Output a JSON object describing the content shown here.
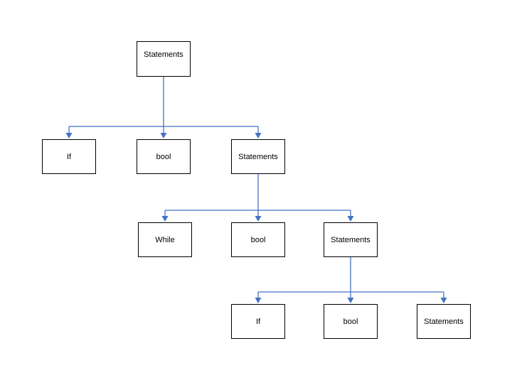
{
  "diagram": {
    "kind": "tree",
    "nodes": [
      {
        "id": "root",
        "label": "Statements"
      },
      {
        "id": "l2-if",
        "label": "If"
      },
      {
        "id": "l2-bool",
        "label": "bool"
      },
      {
        "id": "l2-statements",
        "label": "Statements"
      },
      {
        "id": "l3-while",
        "label": "While"
      },
      {
        "id": "l3-bool",
        "label": "bool"
      },
      {
        "id": "l3-statements",
        "label": "Statements"
      },
      {
        "id": "l4-if",
        "label": "If"
      },
      {
        "id": "l4-bool",
        "label": "bool"
      },
      {
        "id": "l4-statements",
        "label": "Statements"
      }
    ],
    "edges": [
      {
        "from": "root",
        "to": [
          "l2-if",
          "l2-bool",
          "l2-statements"
        ]
      },
      {
        "from": "l2-statements",
        "to": [
          "l3-while",
          "l3-bool",
          "l3-statements"
        ]
      },
      {
        "from": "l3-statements",
        "to": [
          "l4-if",
          "l4-bool",
          "l4-statements"
        ]
      }
    ],
    "colors": {
      "connector": "#4472C4",
      "box_border": "#000000",
      "box_fill": "#FFFFFF",
      "text": "#000000",
      "background": "#FFFFFF"
    }
  }
}
